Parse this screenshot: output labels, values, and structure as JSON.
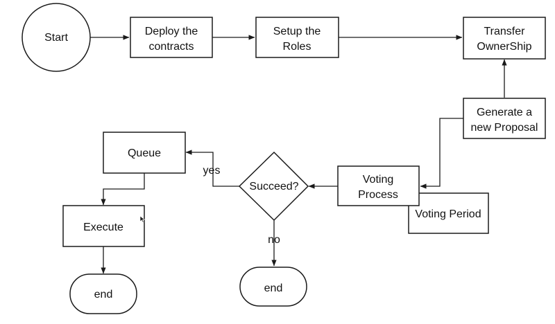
{
  "nodes": {
    "start": {
      "text": "Start"
    },
    "deploy": {
      "line1": "Deploy the",
      "line2": "contracts"
    },
    "roles": {
      "line1": "Setup the",
      "line2": "Roles"
    },
    "transfer": {
      "line1": "Transfer",
      "line2": "OwnerShip"
    },
    "generate": {
      "line1": "Generate a",
      "line2": "new Proposal"
    },
    "voting": {
      "line1": "Voting",
      "line2": "Process"
    },
    "period": {
      "text": "Voting Period"
    },
    "decision": {
      "text": "Succeed?"
    },
    "queue": {
      "text": "Queue"
    },
    "execute": {
      "text": "Execute"
    },
    "end_left": {
      "text": "end"
    },
    "end_mid": {
      "text": "end"
    }
  },
  "edges": {
    "yes_label": "yes",
    "no_label": "no"
  }
}
